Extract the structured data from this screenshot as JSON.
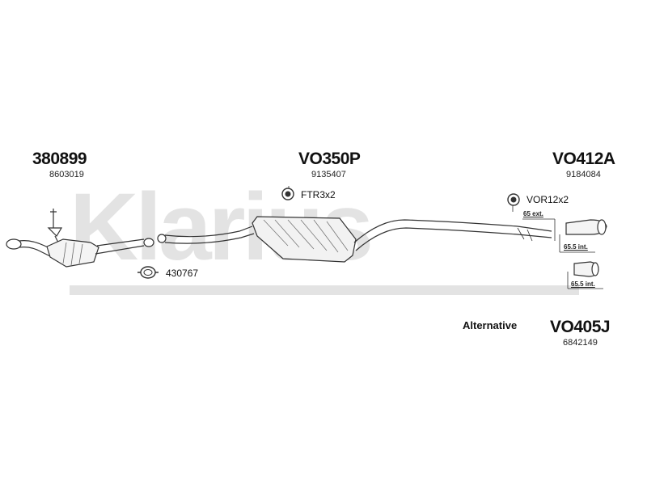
{
  "watermark": "Klarius",
  "parts": [
    {
      "part_no": "380899",
      "ref_no": "8603019"
    },
    {
      "part_no": "VO350P",
      "ref_no": "9135407"
    },
    {
      "part_no": "VO412A",
      "ref_no": "9184084"
    },
    {
      "part_no": "VO405J",
      "ref_no": "6842149"
    }
  ],
  "fittings": {
    "ftr": "FTR3x2",
    "vor": "VOR12x2",
    "clamp": "430767"
  },
  "dimensions": {
    "ext": "65 ext.",
    "int_1": "65.5 int.",
    "int_2": "65.5 int."
  },
  "alternative_label": "Alternative"
}
